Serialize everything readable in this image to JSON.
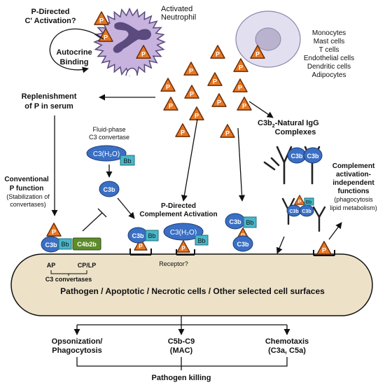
{
  "labels": {
    "p_directed_activation_1": "P-Directed",
    "p_directed_activation_2": "C' Activation?",
    "activated_neutrophil_1": "Activated",
    "activated_neutrophil_2": "Neutrophil",
    "autocrine_1": "Autocrine",
    "autocrine_2": "Binding",
    "cell_types": [
      "Monocytes",
      "Mast cells",
      "T cells",
      "Endothelial cells",
      "Dendritic cells",
      "Adipocytes"
    ],
    "replenishment_1": "Replenishment",
    "replenishment_2": "of P in serum",
    "fluid_phase_1": "Fluid-phase",
    "fluid_phase_2": "C3 convertase",
    "c3b_igg_1": "C3b",
    "c3b_igg_sub": "2",
    "c3b_igg_2": "-Natural IgG",
    "c3b_igg_3": "Complexes",
    "conventional_1": "Conventional",
    "conventional_2": "P function",
    "conventional_3": "(Stabilization of",
    "conventional_4": "convertases)",
    "p_directed_center_1": "P-Directed",
    "p_directed_center_2": "Complement Activation",
    "independent_1": "Complement",
    "independent_2": "activation-",
    "independent_3": "independent",
    "independent_4": "functions",
    "independent_5": "(phagocytosis",
    "independent_6": "lipid metabolism)",
    "ap": "AP",
    "cplp": "CP/LP",
    "c3_convertases": "C3 convertases",
    "receptor": "Receptor?",
    "surface": "Pathogen / Apoptotic / Necrotic cells / Other selected cell surfaces",
    "opsonization_1": "Opsonization/",
    "opsonization_2": "Phagocytosis",
    "mac_1": "C5b-C9",
    "mac_2": "(MAC)",
    "chemotaxis_1": "Chemotaxis",
    "chemotaxis_2": "(C3a, C5a)",
    "killing": "Pathogen killing"
  },
  "molecules": {
    "properdin": "P",
    "c3b": "C3b",
    "bb": "Bb",
    "c4b2b": "C4b2b",
    "c3h2o": "C3(H₂O)"
  },
  "colors": {
    "properdin_fill": "#e87722",
    "properdin_stroke": "#6b2e08",
    "c3b_fill": "#3a6fc4",
    "bb_fill": "#48b7c9",
    "c4b2b_fill": "#5f8c2a",
    "membrane_fill": "#ede2c8",
    "neutrophil_fill": "#c7b3de",
    "nucleus_fill": "#5a4a7e",
    "cell_fill": "#e2dff0"
  },
  "icons": [
    "properdin-triangle-icon",
    "c3b-oval-icon",
    "bb-square-icon",
    "antibody-y-icon",
    "receptor-icon"
  ]
}
